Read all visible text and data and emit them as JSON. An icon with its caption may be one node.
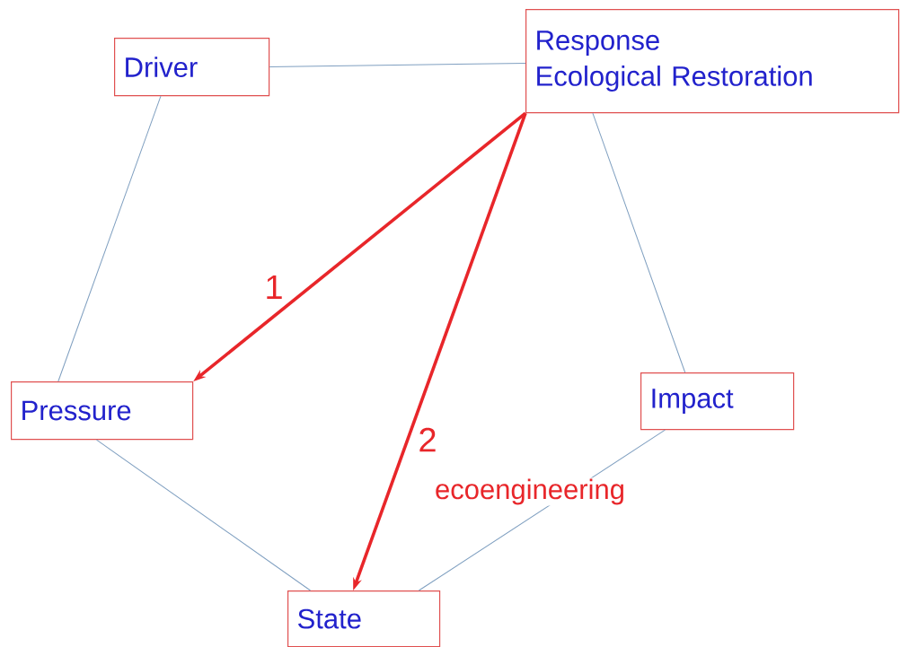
{
  "diagram": {
    "nodes": [
      {
        "text": [
          "Driver"
        ]
      },
      {
        "text": [
          "Response",
          "Ecological Restoration"
        ]
      },
      {
        "text": [
          "Pressure"
        ]
      },
      {
        "text": [
          "Impact"
        ]
      },
      {
        "text": [
          "State"
        ]
      }
    ],
    "edges": [
      {
        "from": 0,
        "to": 1,
        "arrow": "none"
      },
      {
        "from": 0,
        "to": 2,
        "arrow": "none"
      },
      {
        "from": 2,
        "to": 4,
        "arrow": "none"
      },
      {
        "from": 4,
        "to": 3,
        "arrow": "none"
      },
      {
        "from": 3,
        "to": 1,
        "arrow": "none"
      },
      {
        "from": 1,
        "to": 2,
        "arrow": "to",
        "label": "1",
        "style": "thick",
        "color": "#e8262a"
      },
      {
        "from": 1,
        "to": 4,
        "arrow": "to",
        "label": "2",
        "style": "thick",
        "color": "#e8262a"
      }
    ],
    "labels": [
      "ecoengineering"
    ]
  }
}
